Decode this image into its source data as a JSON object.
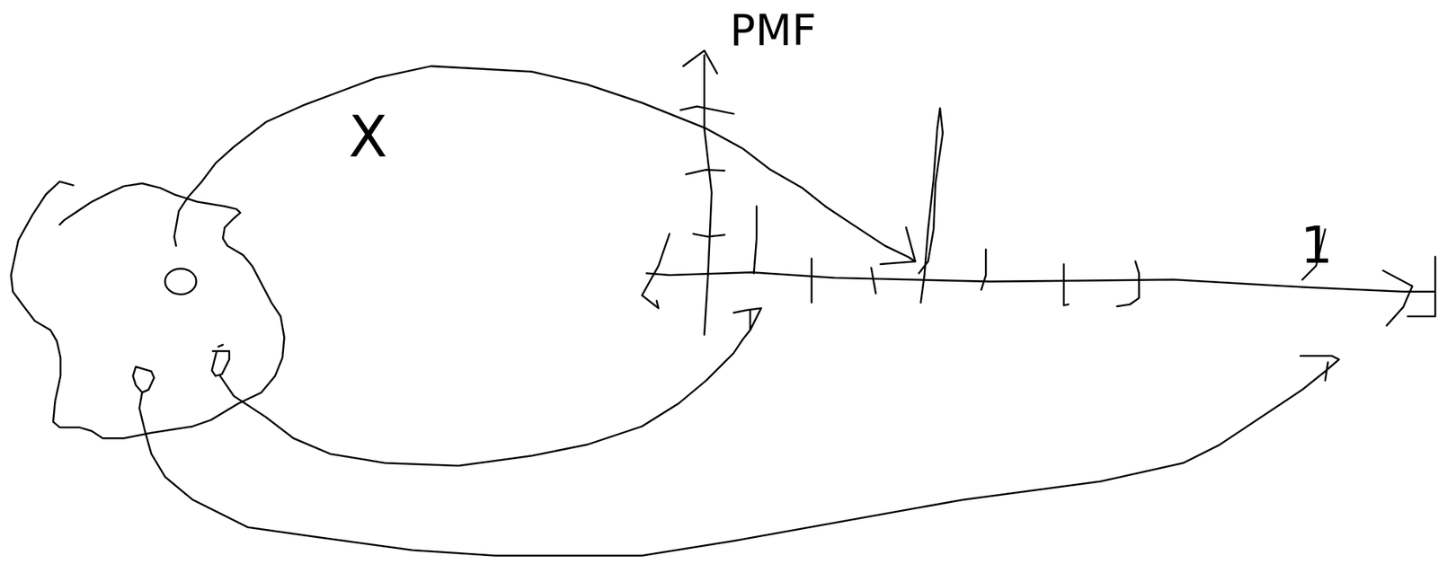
{
  "diagram": {
    "labels": [
      "PMF",
      "X",
      "1"
    ]
  }
}
